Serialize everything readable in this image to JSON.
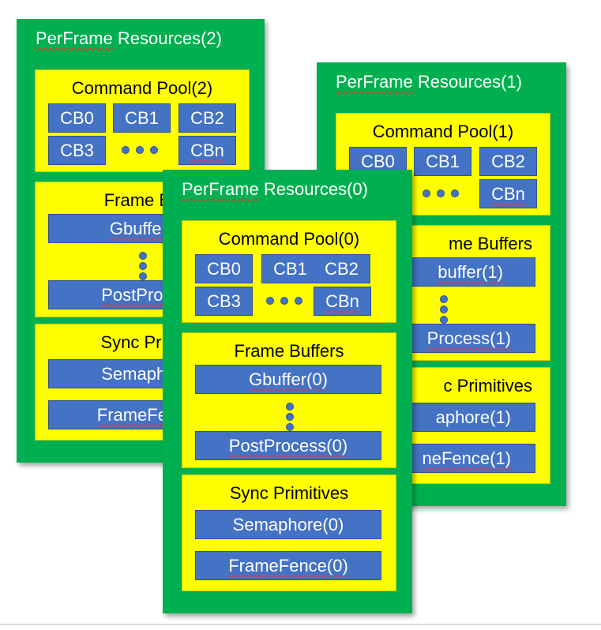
{
  "colors": {
    "card": "#00b050",
    "section": "#ffff00",
    "box": "#4472c4",
    "box_text": "#ffffff",
    "spellcheck_underline": "#ff3030"
  },
  "cards": {
    "r2": {
      "title_word": "PerFrame",
      "title_rest": " Resources(2)",
      "command_pool": {
        "title": "Command Pool(2)",
        "buffers": [
          "CB0",
          "CB1",
          "CB2",
          "CB3",
          "CBn"
        ]
      },
      "frame_buffers": {
        "title": "Frame Bu",
        "gbuffer": "Gbuffer(",
        "postprocess": "PostProce"
      },
      "sync": {
        "title": "Sync Primi",
        "semaphore": "Semaphor",
        "framefence": "FrameFenc"
      }
    },
    "r1": {
      "title_word": "PerFrame",
      "title_rest": " Resources(1)",
      "command_pool": {
        "title": "Command Pool(1)",
        "buffers": [
          "CB0",
          "CB1",
          "CB2",
          "CBn"
        ]
      },
      "frame_buffers": {
        "title": "me Buffers",
        "gbuffer": "buffer(1)",
        "postprocess": "Process(1)"
      },
      "sync": {
        "title": "c Primitives",
        "semaphore": "aphore(1)",
        "framefence": "neFence(1)"
      }
    },
    "r0": {
      "title_word": "PerFrame",
      "title_rest": " Resources(0)",
      "command_pool": {
        "title": "Command Pool(0)",
        "buffers": [
          "CB0",
          "CB1",
          "CB2",
          "CB3",
          "CBn"
        ]
      },
      "frame_buffers": {
        "title": "Frame Buffers",
        "gbuffer": "Gbuffer(0)",
        "postprocess": "PostProcess(0)"
      },
      "sync": {
        "title": "Sync Primitives",
        "semaphore": "Semaphore(0)",
        "framefence": "FrameFence(0)"
      }
    }
  }
}
